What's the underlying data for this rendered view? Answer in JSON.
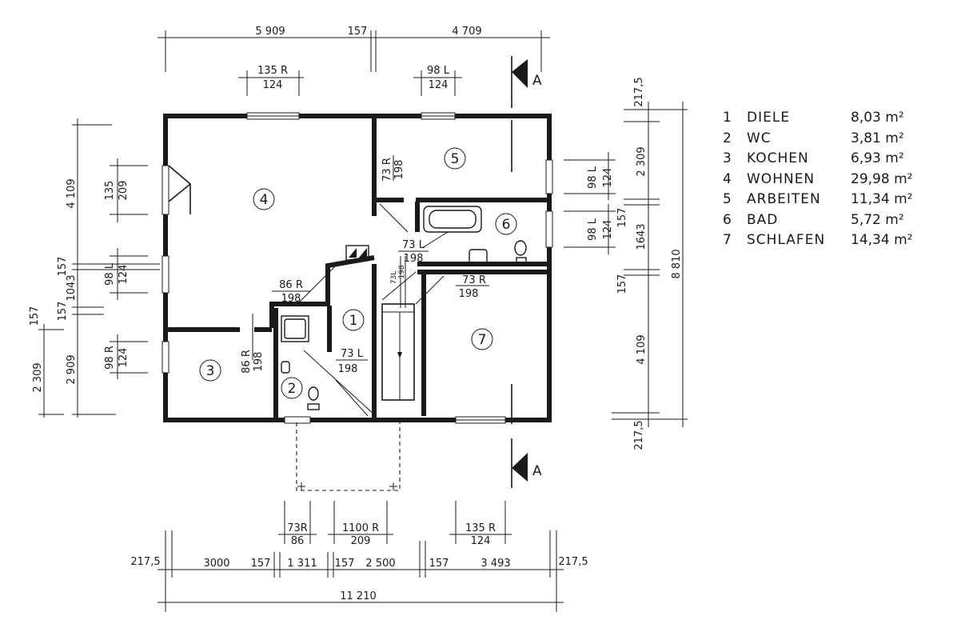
{
  "rooms": [
    {
      "number": "1",
      "name": "DIELE",
      "area": "8,03",
      "unit": "m²"
    },
    {
      "number": "2",
      "name": "WC",
      "area": "3,81",
      "unit": "m²"
    },
    {
      "number": "3",
      "name": "KOCHEN",
      "area": "6,93",
      "unit": "m²"
    },
    {
      "number": "4",
      "name": "WOHNEN",
      "area": "29,98",
      "unit": "m²"
    },
    {
      "number": "5",
      "name": "ARBEITEN",
      "area": "11,34",
      "unit": "m²"
    },
    {
      "number": "6",
      "name": "BAD",
      "area": "5,72",
      "unit": "m²"
    },
    {
      "number": "7",
      "name": "SCHLAFEN",
      "area": "14,34",
      "unit": "m²"
    }
  ],
  "section_marker": "A",
  "dimensions": {
    "top": [
      "5 909",
      "157",
      "4 709"
    ],
    "top_windows": [
      {
        "over": "135 R",
        "under": "124"
      },
      {
        "over": "98 L",
        "under": "124"
      }
    ],
    "right_inner": [
      "217,5",
      "2 309",
      "157",
      "1643",
      "157",
      "4 109",
      "217,5"
    ],
    "right_total": "8 810",
    "right_windows": [
      {
        "over": "98 L",
        "under": "124"
      },
      {
        "over": "98 L",
        "under": "124"
      }
    ],
    "left_outer": [
      "4 109",
      "157",
      "1043",
      "157",
      "2 909"
    ],
    "left_far": "2 309",
    "left_windows": [
      {
        "over": "135",
        "under": "209"
      },
      {
        "over": "98 L",
        "under": "124"
      },
      {
        "over": "98 R",
        "under": "124"
      }
    ],
    "doors": [
      {
        "over": "73 R",
        "under": "198"
      },
      {
        "over": "73 L",
        "under": "198"
      },
      {
        "over": "86 R",
        "under": "198"
      },
      {
        "over": "73 R",
        "under": "198"
      },
      {
        "over": "73 L",
        "under": "198"
      },
      {
        "over": "86 R",
        "under": "198"
      },
      {
        "over": "73L",
        "under": "198"
      }
    ],
    "bottom_openings": [
      {
        "over": "73R",
        "under": "86"
      },
      {
        "over": "1100 R",
        "under": "209"
      },
      {
        "over": "135 R",
        "under": "124"
      }
    ],
    "bottom": [
      "217,5",
      "3000",
      "157",
      "1 311",
      "157",
      "2 500",
      "157",
      "3 493",
      "217,5"
    ],
    "bottom_total": "11 210"
  }
}
